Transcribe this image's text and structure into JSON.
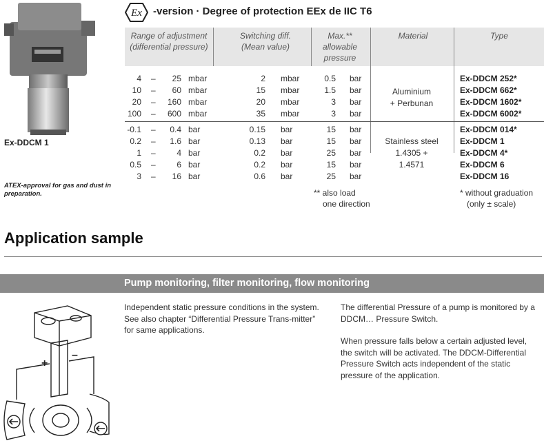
{
  "product": {
    "caption": "Ex-DDCM 1",
    "atex_note": "ATEX-approval for gas and dust in preparation."
  },
  "header": {
    "logo_text": "Ex",
    "title": "-version · Degree of protection EEx de IIC T6"
  },
  "table": {
    "headers": {
      "range": [
        "Range of adjustment",
        "(differential pressure)"
      ],
      "switching": [
        "Switching diff.",
        "(Mean value)"
      ],
      "max": [
        "Max.**",
        "allowable",
        "pressure"
      ],
      "material": "Material",
      "type": "Type"
    },
    "group1": {
      "material": [
        "Aluminium",
        "+ Perbunan"
      ],
      "rows": [
        {
          "from": "4",
          "dash": "–",
          "to": "25",
          "unit": "mbar",
          "sw": "2",
          "sw_unit": "mbar",
          "max": "0.5",
          "max_unit": "bar",
          "type": "Ex-DDCM 252*"
        },
        {
          "from": "10",
          "dash": "–",
          "to": "60",
          "unit": "mbar",
          "sw": "15",
          "sw_unit": "mbar",
          "max": "1.5",
          "max_unit": "bar",
          "type": "Ex-DDCM 662*"
        },
        {
          "from": "20",
          "dash": "–",
          "to": "160",
          "unit": "mbar",
          "sw": "20",
          "sw_unit": "mbar",
          "max": "3",
          "max_unit": "bar",
          "type": "Ex-DDCM 1602*"
        },
        {
          "from": "100",
          "dash": "–",
          "to": "600",
          "unit": "mbar",
          "sw": "35",
          "sw_unit": "mbar",
          "max": "3",
          "max_unit": "bar",
          "type": "Ex-DDCM 6002*"
        }
      ]
    },
    "group2": {
      "material": [
        "Stainless steel",
        "1.4305 +",
        "1.4571"
      ],
      "rows": [
        {
          "from": "-0.1",
          "dash": "–",
          "to": "0.4",
          "unit": "bar",
          "sw": "0.15",
          "sw_unit": "bar",
          "max": "15",
          "max_unit": "bar",
          "type": "Ex-DDCM 014*"
        },
        {
          "from": "0.2",
          "dash": "–",
          "to": "1.6",
          "unit": "bar",
          "sw": "0.13",
          "sw_unit": "bar",
          "max": "15",
          "max_unit": "bar",
          "type": "Ex-DDCM 1"
        },
        {
          "from": "1",
          "dash": "–",
          "to": "4",
          "unit": "bar",
          "sw": "0.2",
          "sw_unit": "bar",
          "max": "25",
          "max_unit": "bar",
          "type": "Ex-DDCM 4*"
        },
        {
          "from": "0.5",
          "dash": "–",
          "to": "6",
          "unit": "bar",
          "sw": "0.2",
          "sw_unit": "bar",
          "max": "15",
          "max_unit": "bar",
          "type": "Ex-DDCM 6"
        },
        {
          "from": "3",
          "dash": "–",
          "to": "16",
          "unit": "bar",
          "sw": "0.6",
          "sw_unit": "bar",
          "max": "25",
          "max_unit": "bar",
          "type": "Ex-DDCM 16"
        }
      ]
    },
    "footnote_load": [
      "** also load",
      "one direction"
    ],
    "footnote_graduation": [
      "* without graduation",
      "(only ± scale)"
    ]
  },
  "application": {
    "title": "Application sample",
    "banner": "Pump monitoring, filter monitoring, flow monitoring",
    "col1": [
      "Independent static pressure conditions in the system.",
      "See also chapter “Differential Pressure Trans-mitter” for same applications."
    ],
    "col2": [
      "The differential Pressure of a pump is monitored by a DDCM… Pressure Switch.",
      "When pressure falls below a certain adjusted level, the switch will be activated. The DDCM-Differential Pressure Switch acts independent of the static pressure of the application."
    ],
    "diagram_labels": {
      "plus": "+",
      "minus": "–"
    }
  }
}
